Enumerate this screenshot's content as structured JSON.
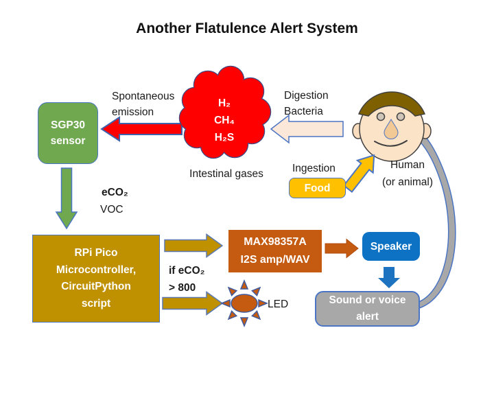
{
  "title": "Another Flatulence Alert System",
  "nodes": {
    "sgp30": "SGP30\nsensor",
    "gas_cloud": "H₂\nCH₄\nH₂S",
    "gas_caption": "Intestinal gases",
    "rpi": "RPi Pico\nMicrocontroller,\nCircuitPython\nscript",
    "amp": "MAX98357A\nI2S amp/WAV",
    "speaker": "Speaker",
    "alert": "Sound or voice\nalert",
    "food": "Food",
    "human": "Human\n(or animal)"
  },
  "labels": {
    "spontaneous": "Spontaneous\nemission",
    "digestion": "Digestion\nBacteria",
    "ingestion": "Ingestion",
    "eco2": "eCO₂",
    "voc": "VOC",
    "condition": "if eCO₂",
    "threshold": "> 800",
    "led": "LED"
  },
  "colors": {
    "sensor_green": "#6FA84E",
    "gas_red": "#FF0000",
    "mcu_gold": "#BF9000",
    "amp_orange": "#C55A11",
    "speaker_blue": "#0D72C4",
    "alert_gray": "#A8A8A8",
    "food_yellow": "#FFC000",
    "outline_blue": "#4A74C4"
  }
}
